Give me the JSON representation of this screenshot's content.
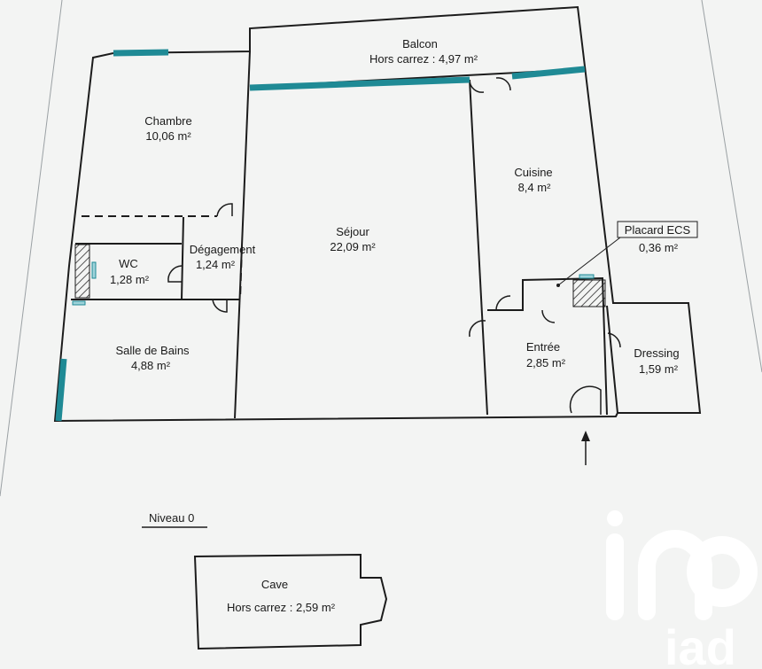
{
  "plan": {
    "level_label": "Niveau 0",
    "rooms": [
      {
        "name": "Balcon",
        "area": "Hors carrez : 4,97 m²"
      },
      {
        "name": "Chambre",
        "area": "10,06  m²"
      },
      {
        "name": "Séjour",
        "area": "22,09  m²"
      },
      {
        "name": "Cuisine",
        "area": "8,4  m²"
      },
      {
        "name": "Dégagement",
        "area": "1,24  m²"
      },
      {
        "name": "WC",
        "area": "1,28  m²"
      },
      {
        "name": "Salle de Bains",
        "area": "4,88  m²"
      },
      {
        "name": "Entrée",
        "area": "2,85  m²"
      },
      {
        "name": "Dressing",
        "area": "1,59  m²"
      },
      {
        "name": "Placard ECS",
        "area": "0,36  m²"
      },
      {
        "name": "Cave",
        "area": "Hors carrez : 2,59  m²"
      }
    ]
  },
  "logo": {
    "text": "iad"
  },
  "colors": {
    "wall": "#1c1c1c",
    "window": "#1f8a95",
    "paper": "#f7f7f5",
    "background": "#e6e8e9",
    "logo": "#ffffff"
  }
}
